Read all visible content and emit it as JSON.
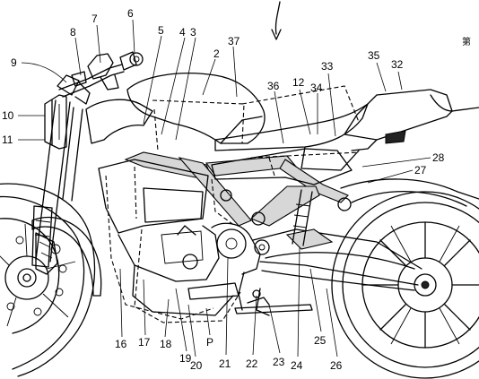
{
  "figure": {
    "header_glyph": "第",
    "reference_numerals": [
      {
        "id": "n6",
        "text": "6"
      },
      {
        "id": "n7",
        "text": "7"
      },
      {
        "id": "n8",
        "text": "8"
      },
      {
        "id": "n9",
        "text": "9"
      },
      {
        "id": "n10",
        "text": "10"
      },
      {
        "id": "n11",
        "text": "11"
      },
      {
        "id": "n5",
        "text": "5"
      },
      {
        "id": "n4",
        "text": "4"
      },
      {
        "id": "n3",
        "text": "3"
      },
      {
        "id": "n37",
        "text": "37"
      },
      {
        "id": "n2",
        "text": "2"
      },
      {
        "id": "n36",
        "text": "36"
      },
      {
        "id": "n12",
        "text": "12"
      },
      {
        "id": "n33",
        "text": "33"
      },
      {
        "id": "n34",
        "text": "34"
      },
      {
        "id": "n35",
        "text": "35"
      },
      {
        "id": "n32",
        "text": "32"
      },
      {
        "id": "n28",
        "text": "28"
      },
      {
        "id": "n27",
        "text": "27"
      },
      {
        "id": "n16",
        "text": "16"
      },
      {
        "id": "n17",
        "text": "17"
      },
      {
        "id": "n18",
        "text": "18"
      },
      {
        "id": "n19",
        "text": "19"
      },
      {
        "id": "n20",
        "text": "20"
      },
      {
        "id": "nP",
        "text": "P"
      },
      {
        "id": "n21",
        "text": "21"
      },
      {
        "id": "n22",
        "text": "22"
      },
      {
        "id": "n23",
        "text": "23"
      },
      {
        "id": "n24",
        "text": "24"
      },
      {
        "id": "n25",
        "text": "25"
      },
      {
        "id": "n26",
        "text": "26"
      }
    ]
  }
}
